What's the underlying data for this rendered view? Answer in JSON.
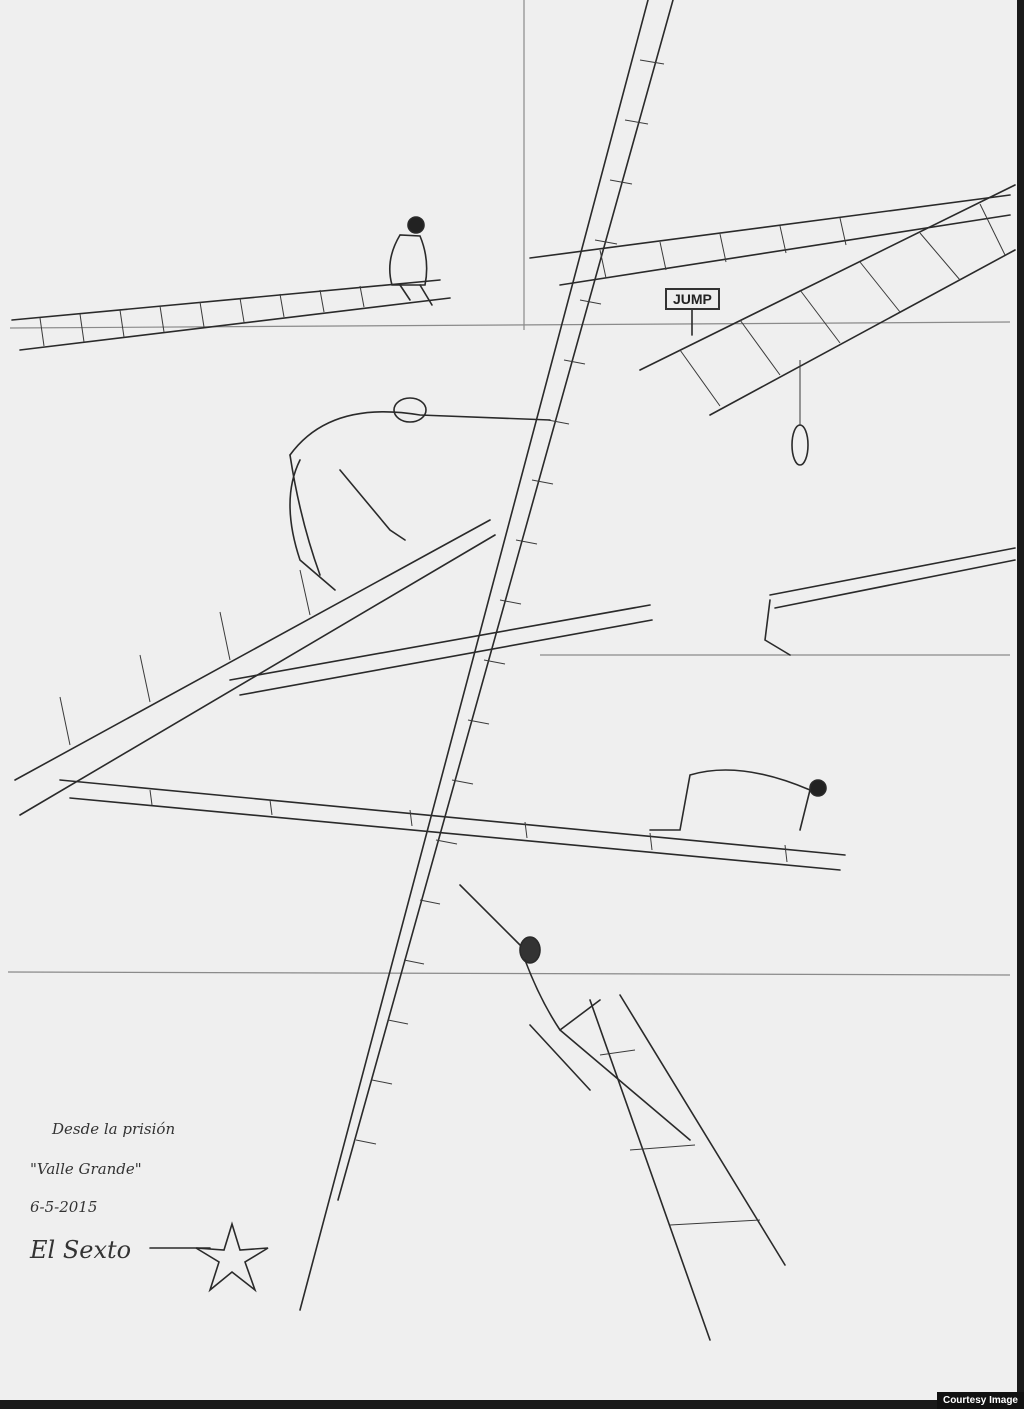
{
  "artwork": {
    "type": "pen drawing",
    "subject": "People climbing and crawling on intersecting ladders",
    "sign_text": "JUMP",
    "annotation": {
      "line1": "Desde la prisión",
      "line2": "\"Valle Grande\"",
      "date": "6-5-2015",
      "signature": "El Sexto"
    },
    "credit": "Courtesy Image",
    "colors": {
      "paper": "#efefef",
      "ink": "#2a2a2a",
      "border": "#1a1a1a"
    }
  }
}
